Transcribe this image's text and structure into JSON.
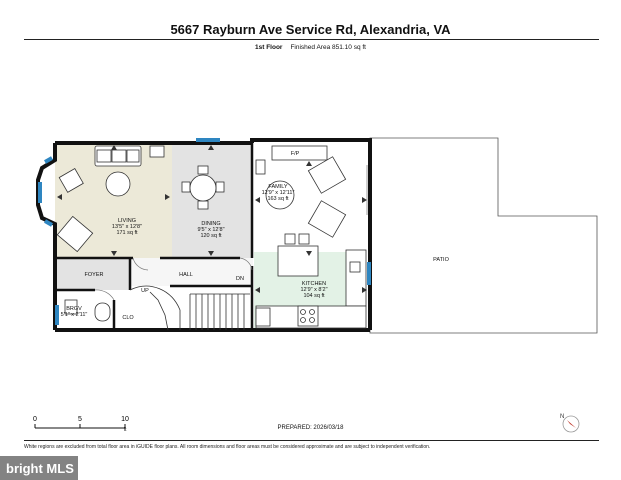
{
  "header": {
    "address": "5667 Rayburn Ave Service Rd, Alexandria, VA",
    "floor": "1st Floor",
    "finished_area": "Finished Area 851.10 sq ft"
  },
  "rooms": {
    "living": {
      "name": "LIVING",
      "dims": "13'5\" x 12'8\"",
      "area": "171 sq ft"
    },
    "dining": {
      "name": "DINING",
      "dims": "9'5\" x 12'8\"",
      "area": "120 sq ft"
    },
    "family": {
      "name": "FAMILY",
      "dims": "12'9\" x 12'11\"",
      "area": "163 sq ft"
    },
    "kitchen": {
      "name": "KITCHEN",
      "dims": "12'9\" x 8'2\"",
      "area": "104 sq ft"
    },
    "foyer": {
      "name": "FOYER"
    },
    "hall": {
      "name": "HALL"
    },
    "bath": {
      "name": "BRGV",
      "dims": "5'1\" x 2'11\""
    },
    "patio": {
      "name": "PATIO"
    },
    "closet": {
      "name": "CLO"
    },
    "fireplace": {
      "name": "F/P"
    },
    "stairs_up": "UP",
    "stairs_down": "DN"
  },
  "scale": {
    "labels": [
      "0",
      "5",
      "10"
    ],
    "unit": "ft"
  },
  "prepared": "PREPARED: 2026/03/18",
  "disclaimer": "White regions are excluded from total floor area in iGUIDE floor plans. All room dimensions and floor areas must be considered approximate and are subject to independent verification.",
  "watermark": "bright MLS",
  "compass": {
    "label": "N"
  },
  "colors": {
    "living": "#ece9d8",
    "dining": "#e3e3e3",
    "kitchen": "#e3f2e6",
    "window": "#2e86c1",
    "wall": "#111111"
  }
}
